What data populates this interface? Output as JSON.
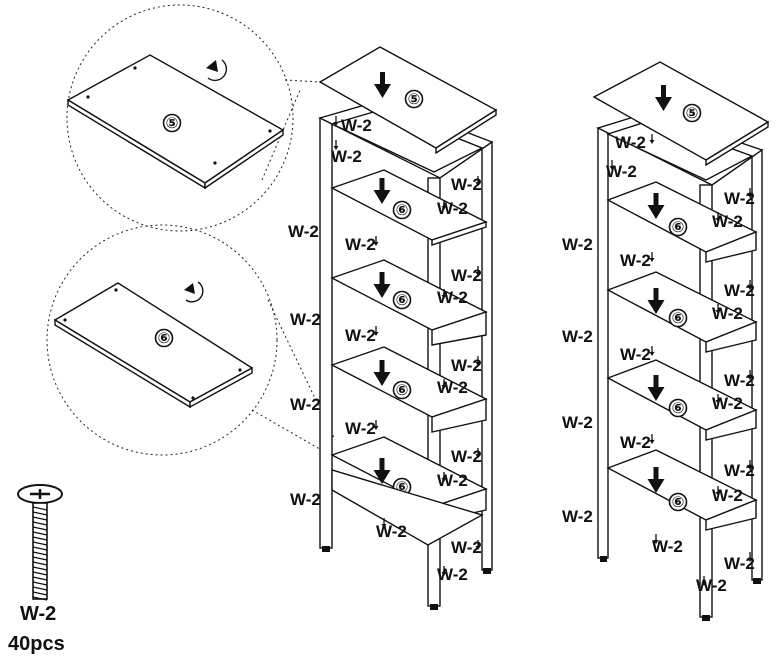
{
  "screw": {
    "code": "W-2",
    "quantity": "40pcs"
  },
  "part_top": "⑤",
  "part_shelf": "⑥",
  "label_w2": "W-2"
}
